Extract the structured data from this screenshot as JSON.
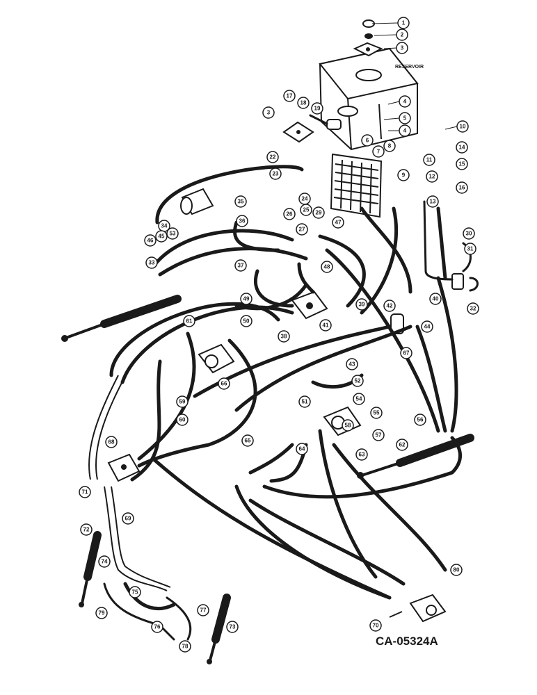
{
  "labels": {
    "reservoir": "RESERVOIR",
    "drawing_code": "CA-05324A"
  },
  "callouts": {
    "c1": "1",
    "c2": "2",
    "c3": "3",
    "c4": "4",
    "c5": "5",
    "c4b": "4",
    "c3b": "3",
    "c17": "17",
    "c18": "18",
    "c19": "19",
    "c6": "6",
    "c7": "7",
    "c8": "8",
    "c9": "9",
    "c10": "10",
    "c11": "11",
    "c12": "12",
    "c13": "13",
    "c14": "14",
    "c15": "15",
    "c16": "16",
    "c22": "22",
    "c23": "23",
    "c24": "24",
    "c25": "25",
    "c26": "26",
    "c27": "27",
    "c29": "29",
    "c30": "30",
    "c31": "31",
    "c32": "32",
    "c33": "33",
    "c34": "34",
    "c35": "35",
    "c36": "36",
    "c37": "37",
    "c38": "38",
    "c39": "39",
    "c40": "40",
    "c41": "41",
    "c42": "42",
    "c43": "43",
    "c44": "44",
    "c45": "45",
    "c46": "46",
    "c47": "47",
    "c48": "48",
    "c49": "49",
    "c50": "50",
    "c51": "51",
    "c52": "52",
    "c53": "53",
    "c54": "54",
    "c55": "55",
    "c56": "56",
    "c57": "57",
    "c58": "58",
    "c59": "59",
    "c60": "60",
    "c61": "61",
    "c62": "62",
    "c63": "63",
    "c64": "64",
    "c65": "65",
    "c66": "66",
    "c67": "67",
    "c68": "68",
    "c69": "69",
    "c70": "70",
    "c71": "71",
    "c72": "72",
    "c73": "73",
    "c74": "74",
    "c75": "75",
    "c76": "76",
    "c77": "77",
    "c78": "78",
    "c79": "79",
    "c80": "80"
  }
}
